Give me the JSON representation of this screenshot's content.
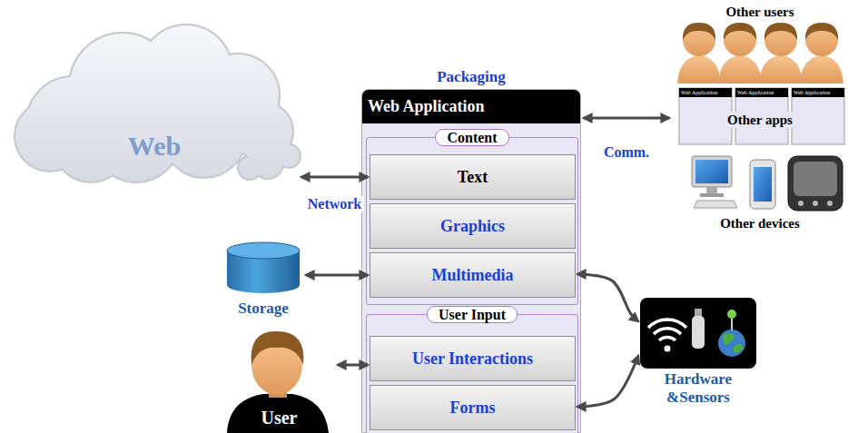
{
  "diagram": {
    "nodes": [
      {
        "text": [
          "Web"
        ]
      },
      {
        "text": [
          "Packaging",
          "Web Application"
        ]
      },
      {
        "text": [
          "Content"
        ],
        "in": 1
      },
      {
        "text": [
          "Text"
        ],
        "in": 2
      },
      {
        "text": [
          "Graphics"
        ],
        "in": 2
      },
      {
        "text": [
          "Multimedia"
        ],
        "in": 2
      },
      {
        "text": [
          "User Input"
        ],
        "in": 1
      },
      {
        "text": [
          "User Interactions"
        ],
        "in": 6
      },
      {
        "text": [
          "Forms"
        ],
        "in": 6
      },
      {
        "text": [
          "Storage"
        ]
      },
      {
        "text": [
          "User"
        ]
      },
      {
        "text": [
          "Other users",
          "Other apps",
          "Other devices"
        ]
      },
      {
        "text": [
          "Hardware &Sensors"
        ]
      }
    ],
    "edges": [
      {
        "from": 0,
        "to": 3,
        "label": "Network",
        "arrow": "both"
      },
      {
        "from": 9,
        "to": 5,
        "arrow": "both"
      },
      {
        "from": 10,
        "to": 7,
        "arrow": "both"
      },
      {
        "from": 1,
        "to": 11,
        "label": "Comm.",
        "arrow": "both"
      },
      {
        "from": 5,
        "to": 12,
        "arrow": "both"
      },
      {
        "from": 8,
        "to": 12,
        "arrow": "both"
      }
    ],
    "labels": [
      "Web Application",
      "Web Application",
      "Web Application"
    ]
  }
}
